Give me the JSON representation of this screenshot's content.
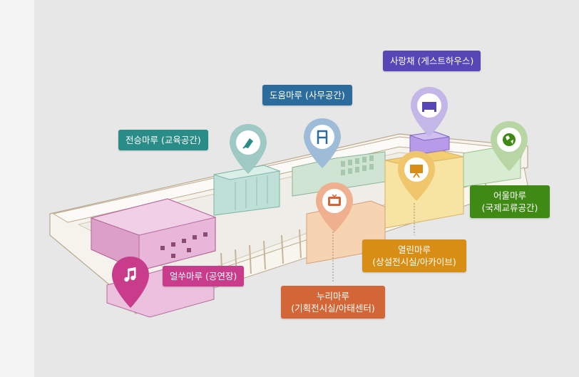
{
  "spaces": [
    {
      "id": "jeonseung",
      "title": "전승마루 (교육공간)",
      "color": "#2a8c86",
      "pin_color": "#9ec9c4",
      "icon": "pen-nib-icon"
    },
    {
      "id": "doum",
      "title": "도움마루 (사무공간)",
      "color": "#2c6c9c",
      "pin_color": "#9ebcd8",
      "icon": "chair-icon"
    },
    {
      "id": "sarangchae",
      "title": "사랑채 (게스트하우스)",
      "color": "#5646b6",
      "pin_color": "#c2b7e6",
      "icon": "bed-icon"
    },
    {
      "id": "eoul",
      "title": "어울마루",
      "subtitle": "(국제교류공간)",
      "color": "#3f8a14",
      "pin_color": "#b8d6a4",
      "icon": "globe-icon"
    },
    {
      "id": "yeollin",
      "title": "열린마루",
      "subtitle": "(상설전시실/아카이브)",
      "color": "#d88e14",
      "pin_color": "#efc66c",
      "icon": "easel-icon"
    },
    {
      "id": "nuri",
      "title": "누리마루",
      "subtitle": "(기획전시실/아태센터)",
      "color": "#d36636",
      "pin_color": "#efb090",
      "icon": "tv-icon"
    },
    {
      "id": "eolssu",
      "title": "얼쑤마루 (공연장)",
      "color": "#c93c8c",
      "pin_color": "#c93c8c",
      "icon": "music-note-icon"
    }
  ]
}
